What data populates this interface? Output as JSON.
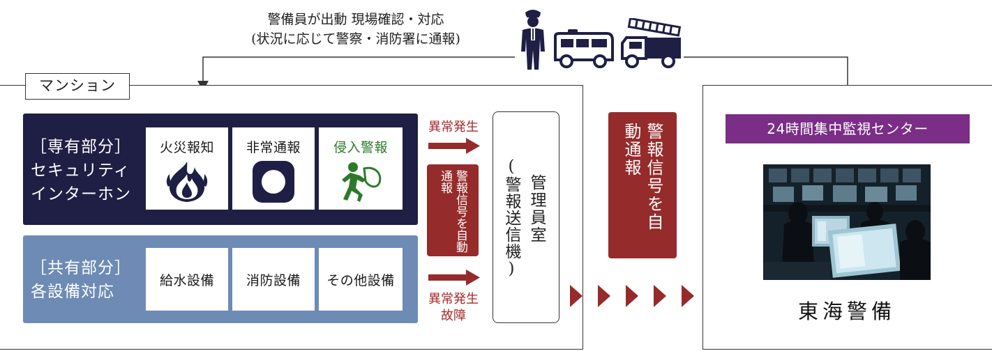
{
  "top": {
    "line1": "警備員が出動 現場確認・対応",
    "line2": "(状況に応じて警察・消防署に通報)"
  },
  "mansion": {
    "title": "マンション",
    "private_panel": {
      "lines": [
        "［専有部分］",
        "セキュリティ",
        "インターホン"
      ],
      "items": [
        {
          "label": "火災報知",
          "icon": "fire-icon"
        },
        {
          "label": "非常通報",
          "icon": "emergency-button-icon"
        },
        {
          "label": "侵入警報",
          "icon": "intruder-icon"
        }
      ]
    },
    "common_panel": {
      "lines": [
        "［共有部分］",
        "各設備対応"
      ],
      "items": [
        {
          "label": "給水設備"
        },
        {
          "label": "消防設備"
        },
        {
          "label": "その他設備"
        }
      ]
    },
    "abnormal_top": "異常発生",
    "abnormal_bottom": [
      "異常発生",
      "故障"
    ],
    "auto_signal_small": "警報信号を自動通報",
    "manager_room": {
      "title": "管理員室",
      "sub": "(警報送信機)"
    }
  },
  "middle_signal": "警報信号を自動通報",
  "center": {
    "title": "24時間集中監視センター",
    "company": "東海警備"
  },
  "colors": {
    "navy": "#1f1f45",
    "steel_blue": "#6d8bb4",
    "dark_red": "#962b2b",
    "purple": "#7a2e86",
    "intruder_green": "#2b7a2b"
  }
}
